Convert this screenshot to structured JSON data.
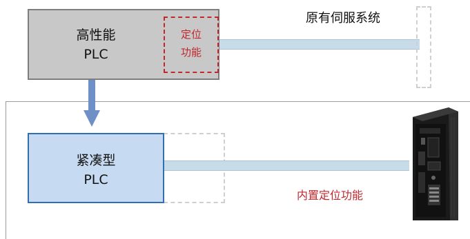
{
  "plc_high": {
    "line1": "高性能",
    "line2": "PLC"
  },
  "position_function": {
    "line1": "定位",
    "line2": "功能"
  },
  "existing_servo": {
    "label": "原有伺服系统"
  },
  "plc_compact": {
    "line1": "紧凑型",
    "line2": "PLC"
  },
  "builtin_function": {
    "label": "内置定位功能"
  },
  "colors": {
    "plc_high_fill": "#c8c8c8",
    "plc_compact_fill": "#c6dbf2",
    "plc_compact_border": "#2f6fb3",
    "accent_red": "#c0272d",
    "connector_blue": "#c7dbe9",
    "arrow_blue": "#6f8fc7"
  },
  "icons": [
    "servo-drive-icon",
    "down-arrow-icon"
  ]
}
